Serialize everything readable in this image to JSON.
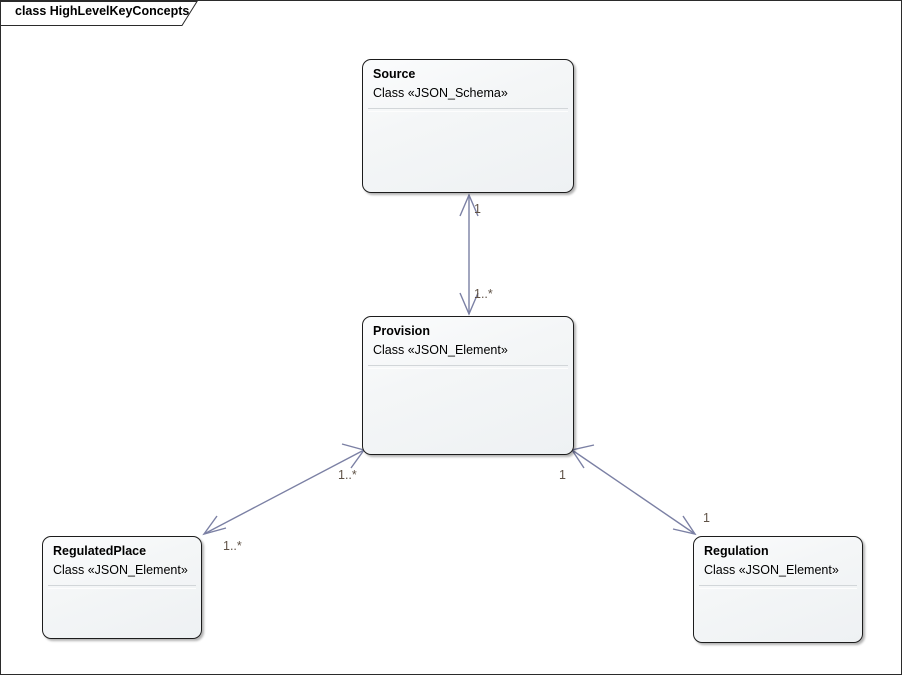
{
  "diagram": {
    "tab_label": "class HighLevelKeyConcepts",
    "border_color": "#2b2b2b",
    "background": "#ffffff",
    "connector_color": "#7b80a4",
    "multiplicity_color": "#5f5246",
    "class_border_color": "#1c1c1c",
    "class_fill_color": "#f2f4f6"
  },
  "classes": [
    {
      "id": "source",
      "name": "Source",
      "stereotype": "Class «JSON_Schema»"
    },
    {
      "id": "provision",
      "name": "Provision",
      "stereotype": "Class «JSON_Element»"
    },
    {
      "id": "regulatedplace",
      "name": "RegulatedPlace",
      "stereotype": "Class «JSON_Element»"
    },
    {
      "id": "regulation",
      "name": "Regulation",
      "stereotype": "Class «JSON_Element»"
    }
  ],
  "associations": [
    {
      "id": "source-provision",
      "from": "Provision",
      "to": "Source",
      "source_multiplicity": "1..*",
      "target_multiplicity": "1"
    },
    {
      "id": "provision-regulatedplace",
      "from": "Provision",
      "to": "RegulatedPlace",
      "source_multiplicity": "1..*",
      "target_multiplicity": "1..*"
    },
    {
      "id": "provision-regulation",
      "from": "Provision",
      "to": "Regulation",
      "source_multiplicity": "1",
      "target_multiplicity": "1"
    }
  ],
  "multiplicity_labels": {
    "source_end": "1",
    "provision_top": "1..*",
    "provision_left": "1..*",
    "regulatedplace_end": "1..*",
    "provision_right": "1",
    "regulation_end": "1"
  }
}
